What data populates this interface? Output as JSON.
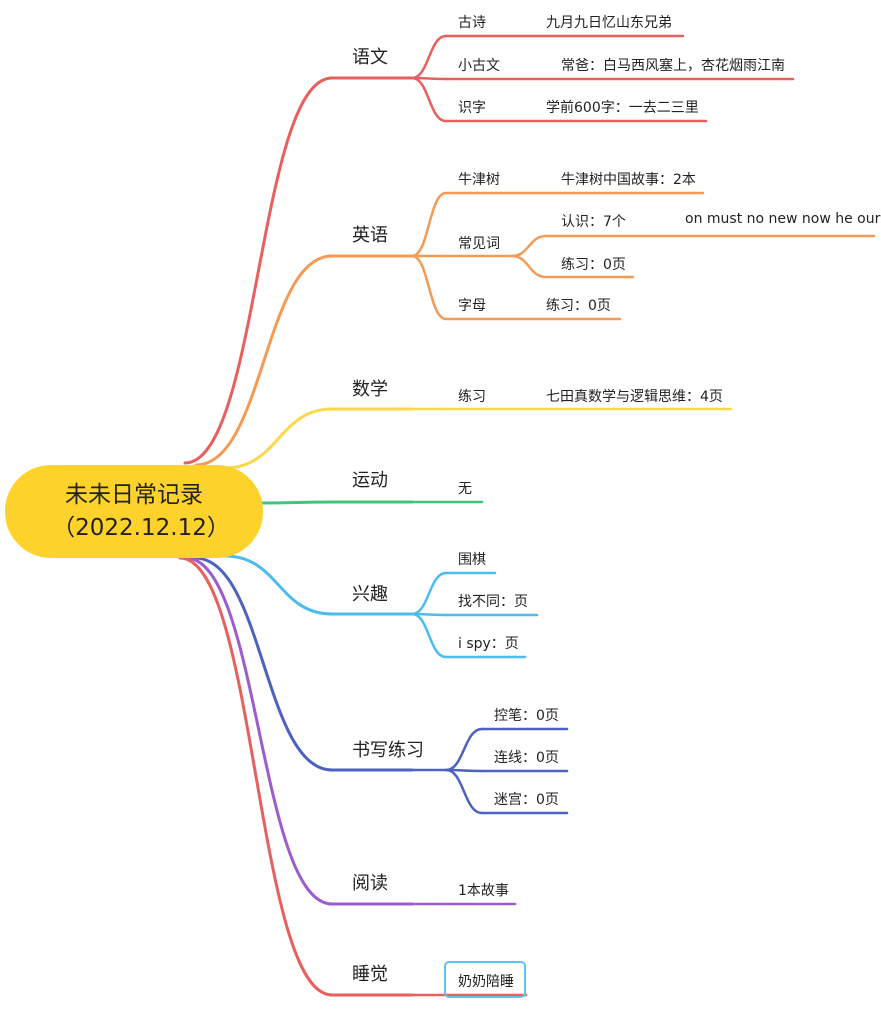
{
  "root": {
    "title": "未未日常记录",
    "date": "（2022.12.12）"
  },
  "colors": {
    "red": "#e8605e",
    "orange": "#f59a54",
    "yellow": "#fbd84a",
    "green": "#43c47c",
    "blue": "#4cbcef",
    "indigo": "#4d62c0",
    "purple": "#9c5ccd",
    "root_fill": "#fdd22b"
  },
  "branches": {
    "chinese": {
      "label": "语文",
      "items": [
        {
          "label": "古诗",
          "value": "九月九日忆山东兄弟"
        },
        {
          "label": "小古文",
          "value": "常爸：白马西风塞上，杏花烟雨江南"
        },
        {
          "label": "识字",
          "value": "学前600字：一去二三里"
        }
      ]
    },
    "english": {
      "label": "英语",
      "items": [
        {
          "label": "牛津树",
          "value": "牛津树中国故事：2本"
        },
        {
          "label": "常见词",
          "sub": [
            {
              "label": "认识：7个",
              "value": "on must no new now he our"
            },
            {
              "label": "练习：0页"
            }
          ]
        },
        {
          "label": "字母",
          "value": "练习：0页"
        }
      ]
    },
    "math": {
      "label": "数学",
      "items": [
        {
          "label": "练习",
          "value": "七田真数学与逻辑思维：4页"
        }
      ]
    },
    "sport": {
      "label": "运动",
      "items": [
        {
          "label": "无"
        }
      ]
    },
    "hobby": {
      "label": "兴趣",
      "items": [
        {
          "label": "围棋"
        },
        {
          "label": "找不同：页"
        },
        {
          "label": "i spy：页"
        }
      ]
    },
    "writing": {
      "label": "书写练习",
      "items": [
        {
          "label": "控笔：0页"
        },
        {
          "label": "连线：0页"
        },
        {
          "label": "迷宫：0页"
        }
      ]
    },
    "reading": {
      "label": "阅读",
      "items": [
        {
          "label": "1本故事"
        }
      ]
    },
    "sleep": {
      "label": "睡觉",
      "items": [
        {
          "label": "奶奶陪睡"
        }
      ]
    }
  }
}
